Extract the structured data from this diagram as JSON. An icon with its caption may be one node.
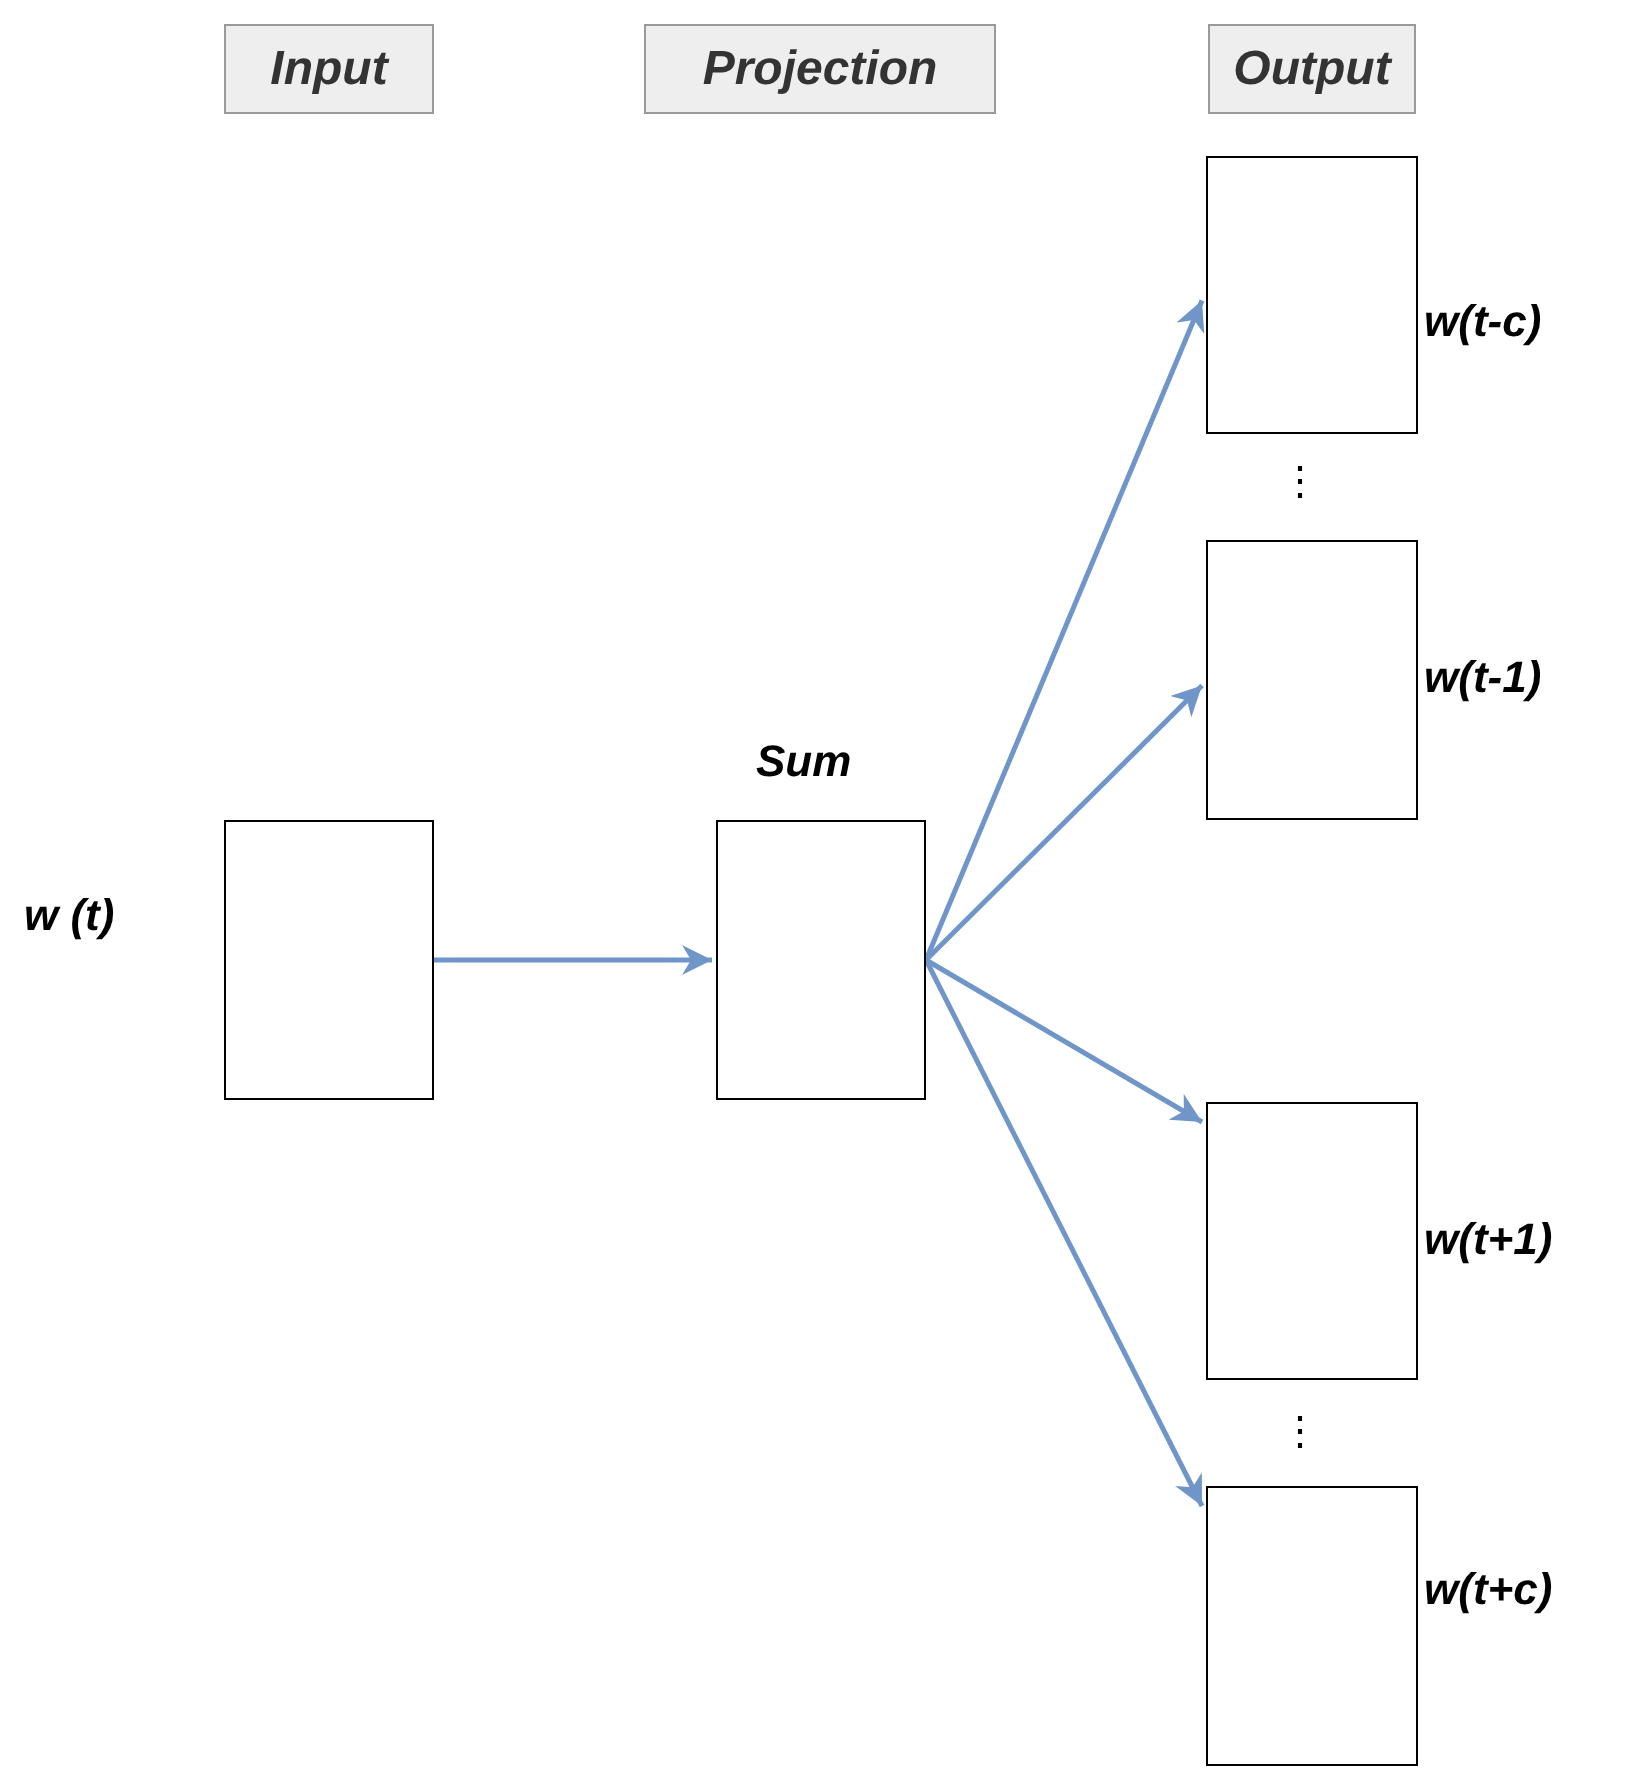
{
  "diagram": {
    "nodes": [
      {
        "text": [
          "Input"
        ]
      },
      {
        "text": [
          "Projection"
        ]
      },
      {
        "text": [
          "Output"
        ]
      },
      {
        "text": [],
        "shape": "box",
        "beside": [
          "w (t)"
        ]
      },
      {
        "text": [],
        "shape": "box",
        "beside": [
          "Sum"
        ]
      },
      {
        "text": [],
        "shape": "box",
        "beside": [
          "w(t-c)"
        ]
      },
      {
        "text": [],
        "shape": "box",
        "beside": [
          "w(t-1)"
        ]
      },
      {
        "text": [],
        "shape": "box",
        "beside": [
          "w(t+1)"
        ]
      },
      {
        "text": [],
        "shape": "box",
        "beside": [
          "w(t+c)"
        ]
      }
    ],
    "edges": [
      {
        "from": 3,
        "to": 4,
        "arrow": "to"
      },
      {
        "from": 4,
        "to": 5,
        "arrow": "to"
      },
      {
        "from": 4,
        "to": 6,
        "arrow": "to"
      },
      {
        "from": 4,
        "to": 7,
        "arrow": "to"
      },
      {
        "from": 4,
        "to": 8,
        "arrow": "to"
      }
    ],
    "labels": [
      "⋮",
      "⋮"
    ]
  }
}
